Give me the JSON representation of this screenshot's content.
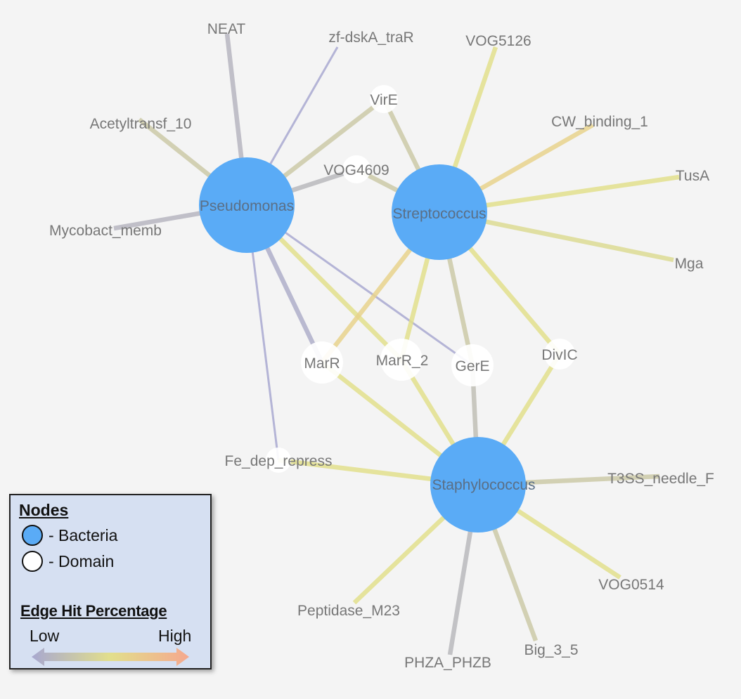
{
  "colors": {
    "bacteria_fill": "#5aabf6",
    "domain_fill": "#ffffff",
    "edge_low": "#a8a8d0",
    "edge_mid": "#e2df8c",
    "edge_high": "#f5a88e",
    "label_text": "#777777",
    "legend_bg": "#d6e0f2"
  },
  "nodes": [
    {
      "id": "Pseudomonas",
      "type": "bacteria",
      "label": "Pseudomonas"
    },
    {
      "id": "Streptococcus",
      "type": "bacteria",
      "label": "Streptococcus"
    },
    {
      "id": "Staphylococcus",
      "type": "bacteria",
      "label": "Staphylococcus"
    },
    {
      "id": "NEAT",
      "type": "domain",
      "label": "NEAT"
    },
    {
      "id": "zf-dskA_traR",
      "type": "domain",
      "label": "zf-dskA_traR"
    },
    {
      "id": "VOG5126",
      "type": "domain",
      "label": "VOG5126"
    },
    {
      "id": "VirE",
      "type": "domain",
      "label": "VirE"
    },
    {
      "id": "Acetyltransf_10",
      "type": "domain",
      "label": "Acetyltransf_10"
    },
    {
      "id": "CW_binding_1",
      "type": "domain",
      "label": "CW_binding_1"
    },
    {
      "id": "VOG4609",
      "type": "domain",
      "label": "VOG4609"
    },
    {
      "id": "TusA",
      "type": "domain",
      "label": "TusA"
    },
    {
      "id": "Mycobact_memb",
      "type": "domain",
      "label": "Mycobact_memb"
    },
    {
      "id": "Mga",
      "type": "domain",
      "label": "Mga"
    },
    {
      "id": "MarR",
      "type": "domain",
      "label": "MarR"
    },
    {
      "id": "MarR_2",
      "type": "domain",
      "label": "MarR_2"
    },
    {
      "id": "GerE",
      "type": "domain",
      "label": "GerE"
    },
    {
      "id": "DivIC",
      "type": "domain",
      "label": "DivIC"
    },
    {
      "id": "Fe_dep_repress",
      "type": "domain",
      "label": "Fe_dep_repress"
    },
    {
      "id": "T3SS_needle_F",
      "type": "domain",
      "label": "T3SS_needle_F"
    },
    {
      "id": "VOG0514",
      "type": "domain",
      "label": "VOG0514"
    },
    {
      "id": "Peptidase_M23",
      "type": "domain",
      "label": "Peptidase_M23"
    },
    {
      "id": "Big_3_5",
      "type": "domain",
      "label": "Big_3_5"
    },
    {
      "id": "PHZA_PHZB",
      "type": "domain",
      "label": "PHZA_PHZB"
    }
  ],
  "edges": [
    {
      "source": "Pseudomonas",
      "target": "NEAT",
      "hit_level": 0.12
    },
    {
      "source": "Pseudomonas",
      "target": "zf-dskA_traR",
      "hit_level": 0.0
    },
    {
      "source": "Pseudomonas",
      "target": "VirE",
      "hit_level": 0.3
    },
    {
      "source": "Pseudomonas",
      "target": "Acetyltransf_10",
      "hit_level": 0.3
    },
    {
      "source": "Pseudomonas",
      "target": "VOG4609",
      "hit_level": 0.15
    },
    {
      "source": "Pseudomonas",
      "target": "Mycobact_memb",
      "hit_level": 0.12
    },
    {
      "source": "Pseudomonas",
      "target": "MarR",
      "hit_level": 0.05
    },
    {
      "source": "Pseudomonas",
      "target": "MarR_2",
      "hit_level": 0.5
    },
    {
      "source": "Pseudomonas",
      "target": "GerE",
      "hit_level": 0.0
    },
    {
      "source": "Pseudomonas",
      "target": "Fe_dep_repress",
      "hit_level": 0.0
    },
    {
      "source": "Streptococcus",
      "target": "VOG5126",
      "hit_level": 0.5
    },
    {
      "source": "Streptococcus",
      "target": "VirE",
      "hit_level": 0.3
    },
    {
      "source": "Streptococcus",
      "target": "CW_binding_1",
      "hit_level": 0.62
    },
    {
      "source": "Streptococcus",
      "target": "VOG4609",
      "hit_level": 0.3
    },
    {
      "source": "Streptococcus",
      "target": "TusA",
      "hit_level": 0.5
    },
    {
      "source": "Streptococcus",
      "target": "Mga",
      "hit_level": 0.45
    },
    {
      "source": "Streptococcus",
      "target": "MarR",
      "hit_level": 0.62
    },
    {
      "source": "Streptococcus",
      "target": "MarR_2",
      "hit_level": 0.5
    },
    {
      "source": "Streptococcus",
      "target": "GerE",
      "hit_level": 0.3
    },
    {
      "source": "Streptococcus",
      "target": "DivIC",
      "hit_level": 0.5
    },
    {
      "source": "Staphylococcus",
      "target": "MarR",
      "hit_level": 0.5
    },
    {
      "source": "Staphylococcus",
      "target": "MarR_2",
      "hit_level": 0.5
    },
    {
      "source": "Staphylococcus",
      "target": "GerE",
      "hit_level": 0.2
    },
    {
      "source": "Staphylococcus",
      "target": "DivIC",
      "hit_level": 0.5
    },
    {
      "source": "Staphylococcus",
      "target": "Fe_dep_repress",
      "hit_level": 0.5
    },
    {
      "source": "Staphylococcus",
      "target": "T3SS_needle_F",
      "hit_level": 0.3
    },
    {
      "source": "Staphylococcus",
      "target": "VOG0514",
      "hit_level": 0.5
    },
    {
      "source": "Staphylococcus",
      "target": "Peptidase_M23",
      "hit_level": 0.5
    },
    {
      "source": "Staphylococcus",
      "target": "Big_3_5",
      "hit_level": 0.3
    },
    {
      "source": "Staphylococcus",
      "target": "PHZA_PHZB",
      "hit_level": 0.15
    }
  ],
  "legend": {
    "title": "Nodes",
    "bacteria_label": "- Bacteria",
    "domain_label": "- Domain",
    "edge_title": "Edge Hit Percentage",
    "low_label": "Low",
    "high_label": "High"
  }
}
